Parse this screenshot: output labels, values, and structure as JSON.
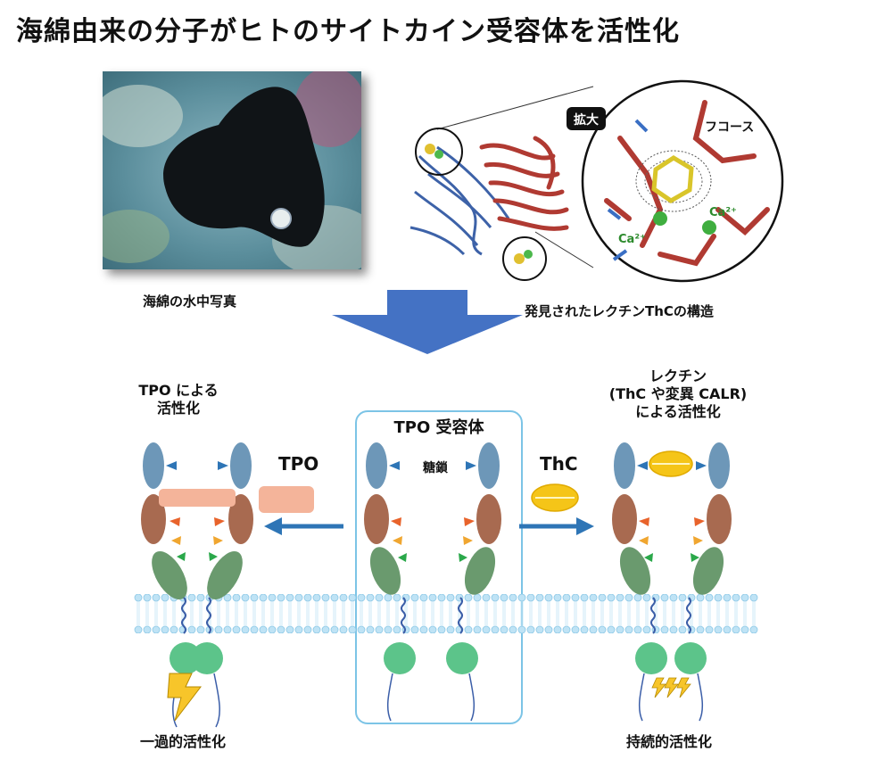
{
  "title": "海綿由来の分子がヒトのサイトカイン受容体を活性化",
  "photo_caption": "海綿の水中写真",
  "structure_caption": "発見されたレクチンThCの構造",
  "zoom_label": "拡大",
  "fucose_label": "フコース",
  "ca_label": "Ca²⁺",
  "left": {
    "heading_line1": "TPO による",
    "heading_line2": "活性化",
    "ligand": "TPO",
    "footer": "一過的活性化"
  },
  "center": {
    "heading": "TPO 受容体",
    "sugar_label": "糖鎖"
  },
  "right": {
    "heading_line1": "レクチン",
    "heading_line2": "(ThC や変異 CALR)",
    "heading_line3": "による活性化",
    "ligand": "ThC",
    "footer": "持続的活性化"
  },
  "colors": {
    "membrane": "#bfe3f5",
    "arrow": "#2e75b6",
    "domain_top": "#6d97b8",
    "domain_mid": "#a86a50",
    "domain_low": "#6a9a6e",
    "intracellular": "#5cc48a",
    "tpo": "#f4b49a",
    "thc": "#f5c518",
    "bolt": "#f7c52a"
  }
}
